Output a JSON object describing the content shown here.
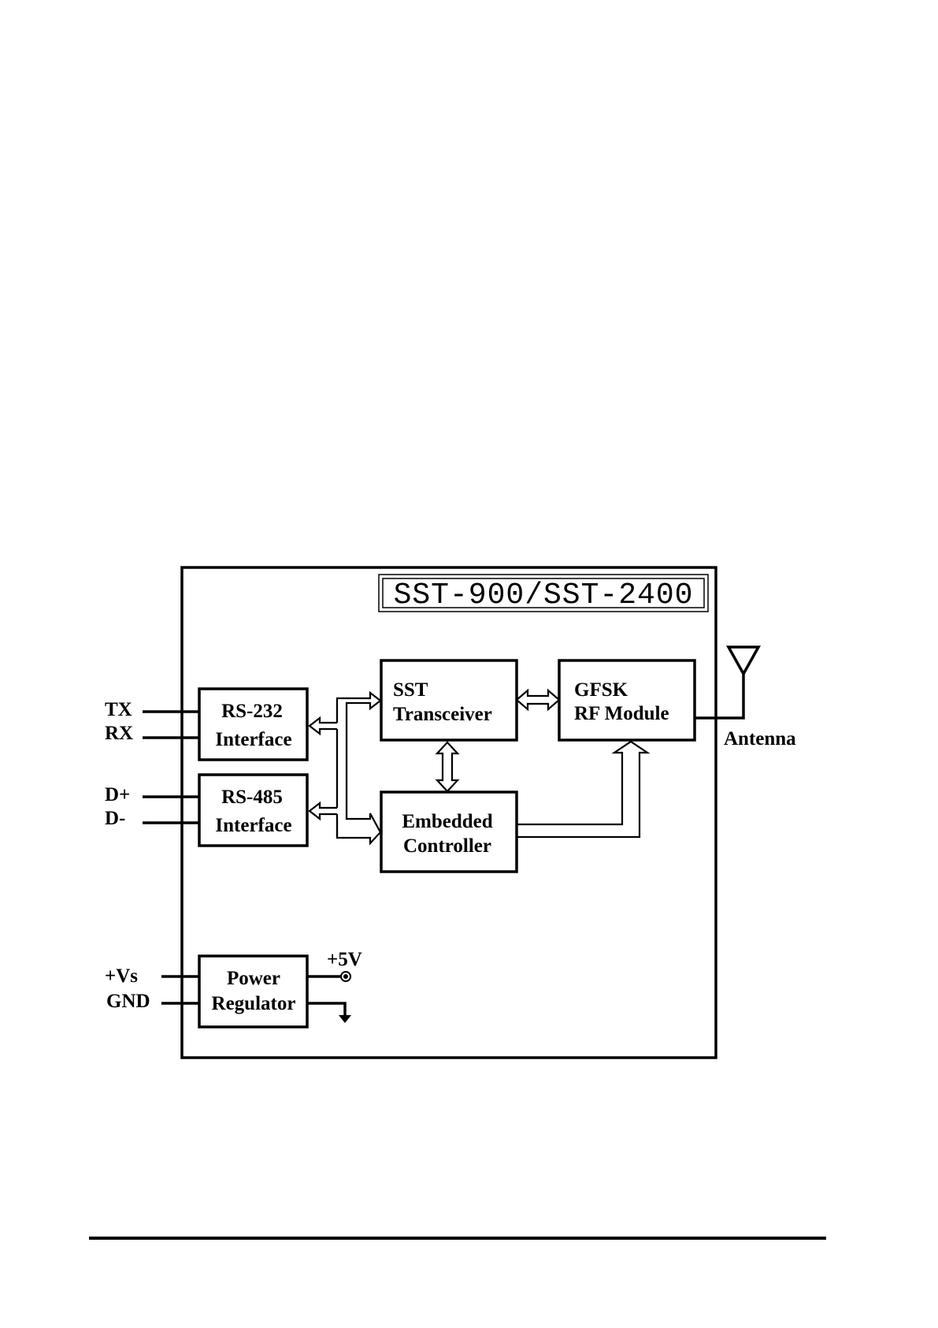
{
  "title": "SST-900/SST-2400",
  "blocks": {
    "rs232": [
      "RS-232",
      "Interface"
    ],
    "rs485": [
      "RS-485",
      "Interface"
    ],
    "power": [
      "Power",
      "Regulator"
    ],
    "sst": [
      "SST",
      "Transceiver"
    ],
    "gfsk": [
      "GFSK",
      "RF Module"
    ],
    "controller": [
      "Embedded",
      "Controller"
    ]
  },
  "pins": {
    "tx": "TX",
    "rx": "RX",
    "dplus": "D+",
    "dminus": "D-",
    "vs": "+Vs",
    "gnd": "GND",
    "plus5v": "+5V"
  },
  "antenna_label": "Antenna"
}
